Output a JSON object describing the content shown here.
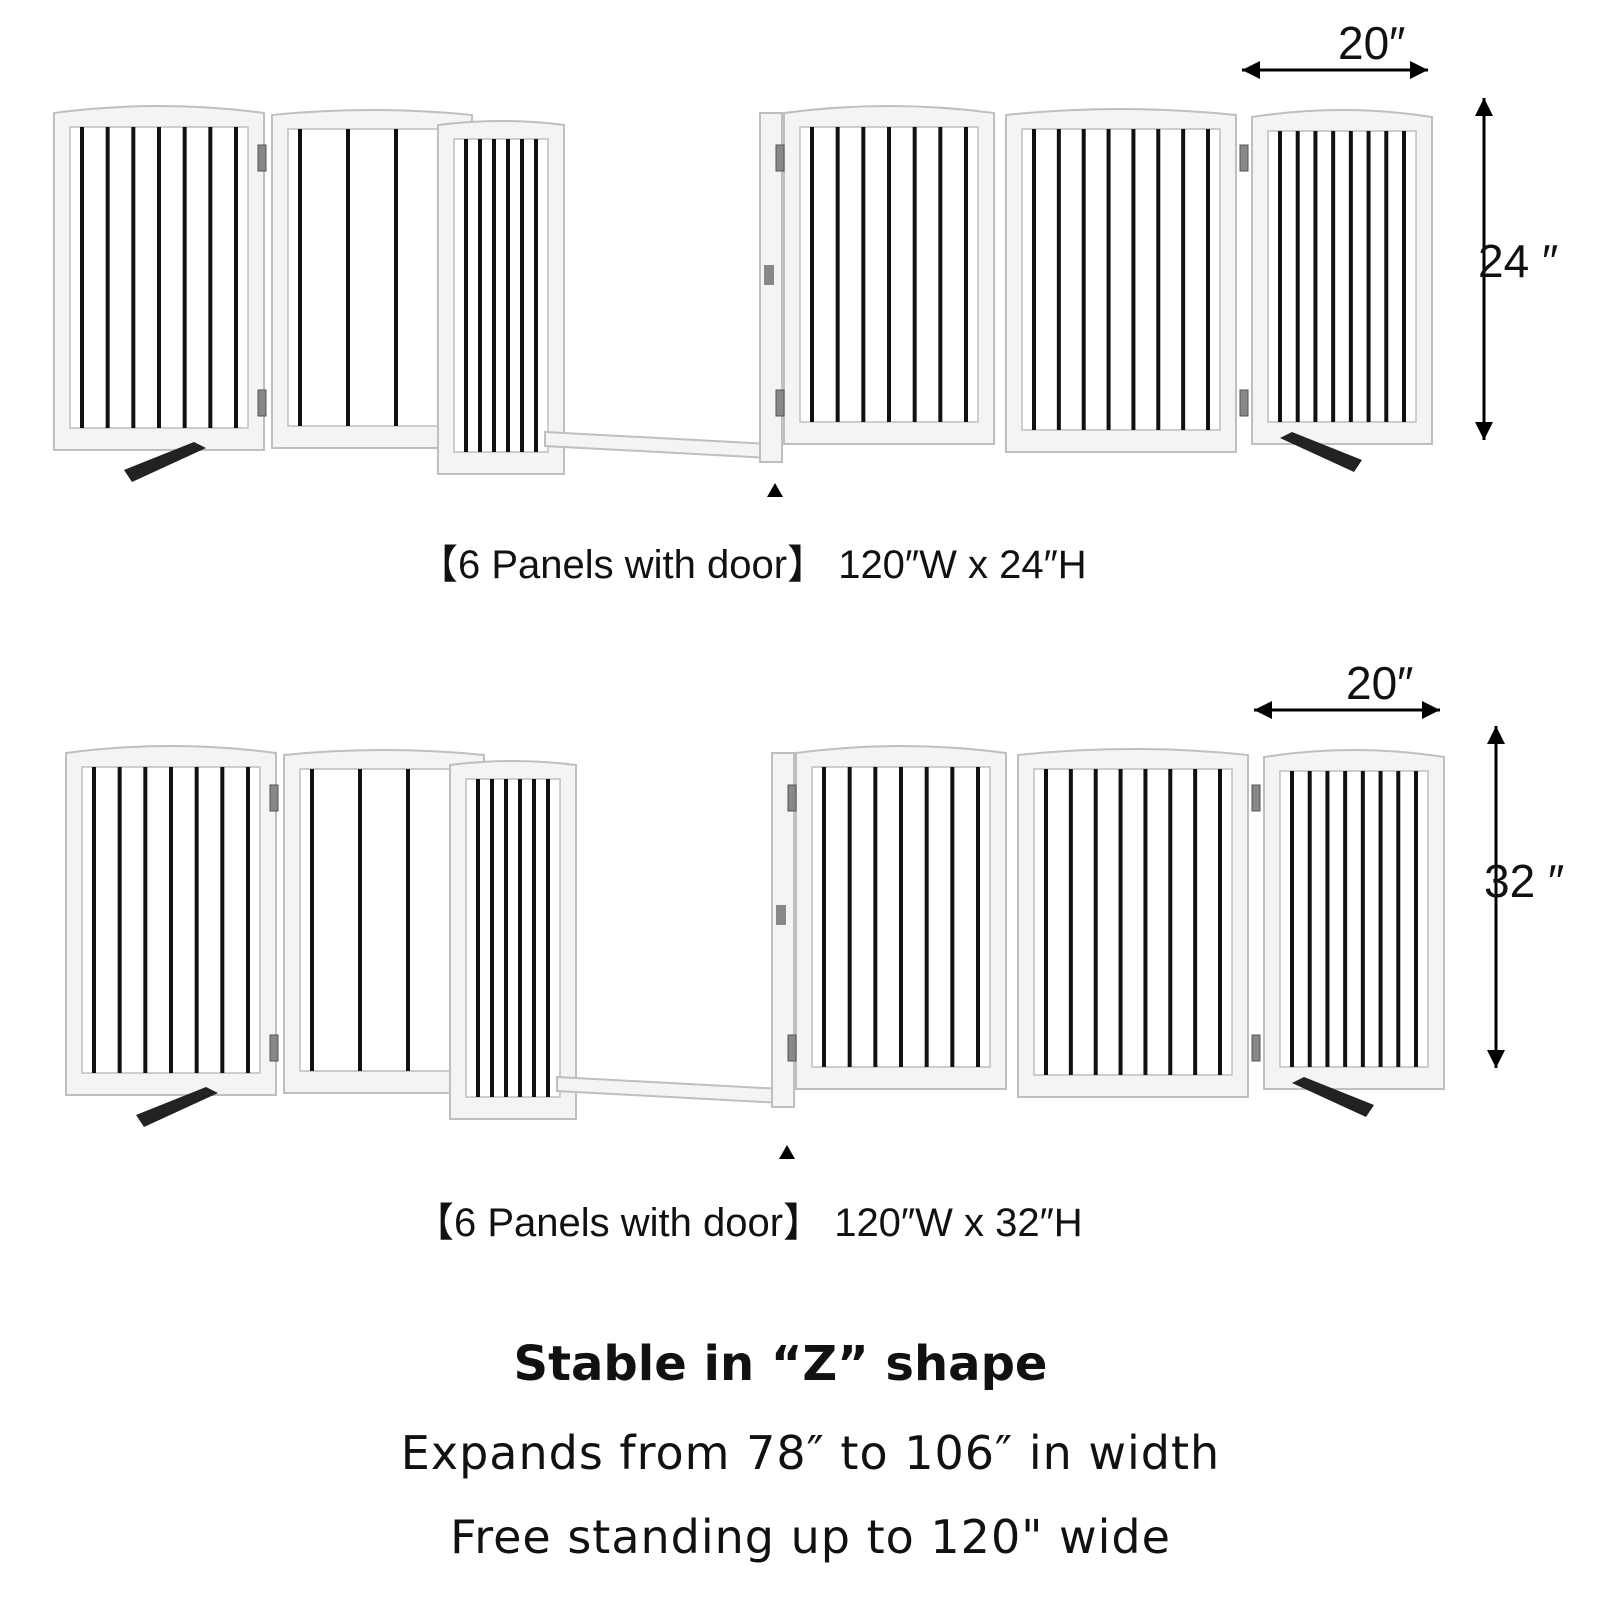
{
  "top_figure": {
    "panel_width": "20″",
    "height": "24 ″",
    "caption": "【6 Panels with door】 120″W x 24″H"
  },
  "bottom_figure": {
    "panel_width": "20″",
    "height": "32 ″",
    "caption": "【6 Panels with door】 120″W x 32″H"
  },
  "feature": {
    "headline": "Stable in “Z” shape",
    "line1": "Expands from 78″ to 106″ in width",
    "line2": "Free standing up to 120\" wide"
  },
  "colors": {
    "frame": "#f4f4f4",
    "frame_edge": "#bfbfbf",
    "bars": "#111111",
    "feet": "#222222"
  }
}
